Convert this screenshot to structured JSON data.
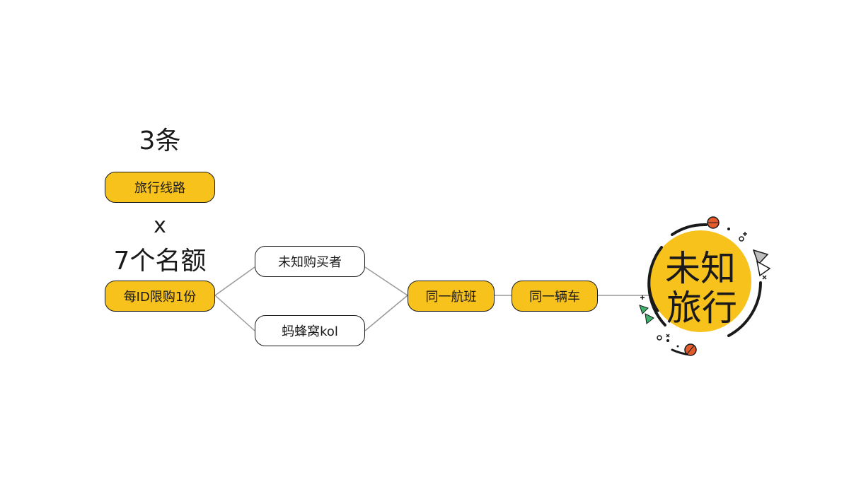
{
  "left_stack": {
    "count": "3条",
    "routes_label": "旅行线路",
    "multiply": "x",
    "quota": "7个名额",
    "limit_label": "每ID限购1份"
  },
  "branches": {
    "unknown_buyer": "未知购买者",
    "kol": "蚂蜂窝kol"
  },
  "chain": {
    "flight": "同一航班",
    "car": "同一辆车"
  },
  "logo": {
    "line1": "未知",
    "line2": "旅行"
  },
  "colors": {
    "accent": "#f8c21c",
    "outline": "#1a1a1a",
    "connector": "#9a9a9a"
  }
}
